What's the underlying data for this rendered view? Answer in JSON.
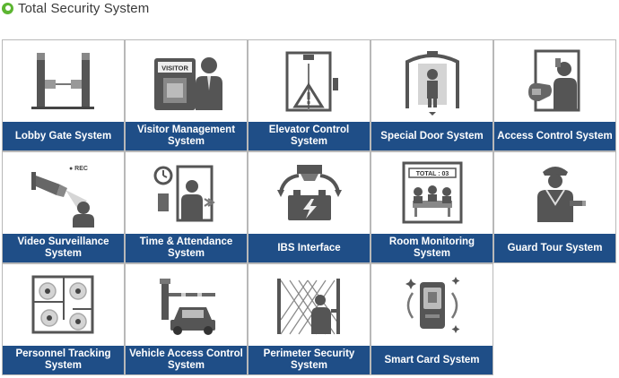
{
  "header": {
    "title": "Total Security System"
  },
  "colors": {
    "accent_green": "#5cb531",
    "label_bg": "#1f4e87",
    "icon_gray": "#444444",
    "icon_light": "#9a9a9a"
  },
  "cells": [
    {
      "label": "Lobby Gate System",
      "icon": "turnstile-icon"
    },
    {
      "label": "Visitor Management\nSystem",
      "icon": "visitor-badge-icon",
      "icon_text": "VISITOR"
    },
    {
      "label": "Elevator Control\nSystem",
      "icon": "elevator-icon"
    },
    {
      "label": "Special Door System",
      "icon": "security-door-icon"
    },
    {
      "label": "Access Control System",
      "icon": "card-reader-icon"
    },
    {
      "label": "Video Surveillance\nSystem",
      "icon": "cctv-camera-icon",
      "icon_text": "● REC"
    },
    {
      "label": "Time & Attendance\nSystem",
      "icon": "time-clock-icon"
    },
    {
      "label": "IBS Interface",
      "icon": "battery-interface-icon"
    },
    {
      "label": "Room Monitoring\nSystem",
      "icon": "room-monitor-icon",
      "icon_text": "TOTAL : 03"
    },
    {
      "label": "Guard Tour System",
      "icon": "guard-icon"
    },
    {
      "label": "Personnel Tracking\nSystem",
      "icon": "floor-plan-tracking-icon"
    },
    {
      "label": "Vehicle Access Control\nSystem",
      "icon": "vehicle-barrier-icon"
    },
    {
      "label": "Perimeter Security\nSystem",
      "icon": "fence-intruder-icon"
    },
    {
      "label": "Smart Card System",
      "icon": "smart-card-icon"
    }
  ]
}
